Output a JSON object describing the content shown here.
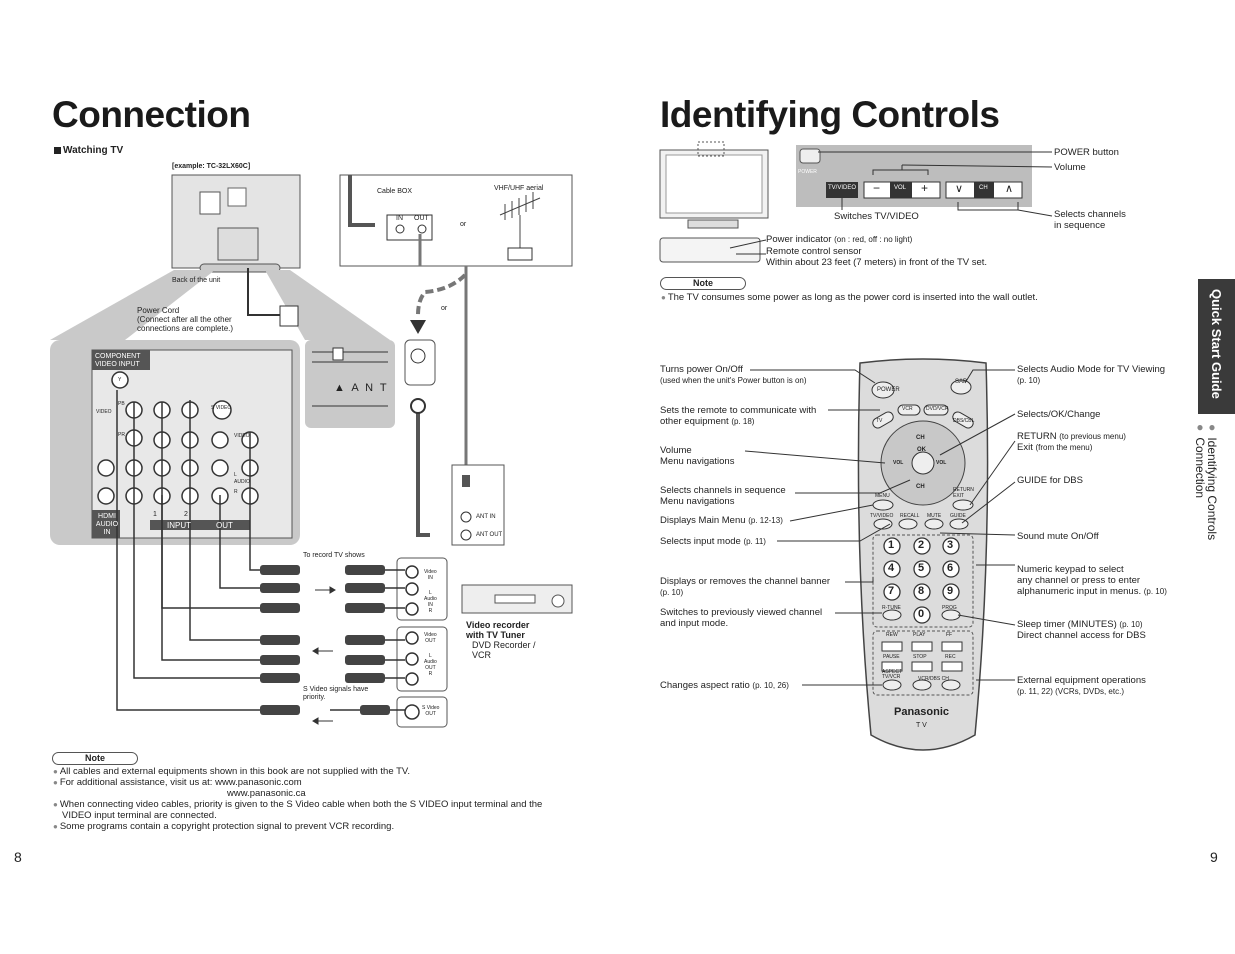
{
  "left": {
    "title": "Connection",
    "watching_tv": "Watching TV",
    "example": "[example: TC-32LX60C]",
    "back_of_unit": "Back of the unit",
    "cable_box": "Cable BOX",
    "in": "IN",
    "out": "OUT",
    "or1": "or",
    "or2": "or",
    "vhf": "VHF/UHF aerial",
    "power_cord_1": "Power Cord",
    "power_cord_2": "(Connect after all the other",
    "power_cord_3": "connections are complete.)",
    "ant": "▲ A N T",
    "component_1": "COMPONENT",
    "component_2": "VIDEO INPUT",
    "y": "Y",
    "pb": "PB",
    "pr": "PR",
    "video_left": "VIDEO",
    "svideo": "S VIDEO",
    "video_right": "VIDEO",
    "audio_right": "AUDIO",
    "l_right": "L",
    "r_right": "R",
    "hdmi_1": "HDMI",
    "hdmi_2": "AUDIO",
    "hdmi_3": "IN",
    "n1": "1",
    "n2": "2",
    "input_lbl": "INPUT",
    "out_lbl": "OUT",
    "ant_in": "ANT IN",
    "ant_out": "ANT OUT",
    "to_record": "To record TV shows",
    "svideo_priority_1": "S Video signals have",
    "svideo_priority_2": "priority.",
    "vr_video_in_1": "Video",
    "vr_video_in_2": "IN",
    "vr_audio_in_1": "L",
    "vr_audio_in_2": "Audio",
    "vr_audio_in_3": "IN",
    "vr_audio_in_4": "R",
    "vr_video_out_1": "Video",
    "vr_video_out_2": "OUT",
    "vr_audio_out_1": "L",
    "vr_audio_out_2": "Audio",
    "vr_audio_out_3": "OUT",
    "vr_audio_out_4": "R",
    "vr_sv_1": "S Video",
    "vr_sv_2": "OUT",
    "recorder_1": "Video recorder",
    "recorder_2": "with TV Tuner",
    "recorder_3": "DVD Recorder /",
    "recorder_4": "VCR",
    "note": "Note",
    "notes": [
      "All cables and external equipments shown in this book are not supplied with the TV.",
      "For additional assistance, visit us at: www.panasonic.com",
      "www.panasonic.ca",
      "When connecting video cables, priority is given to the S Video cable when both the S VIDEO input terminal and the",
      "VIDEO input terminal are connected.",
      "Some programs contain a copyright protection signal to prevent VCR recording."
    ],
    "page": "8"
  },
  "right": {
    "title": "Identifying Controls",
    "power_button": "POWER button",
    "volume": "Volume",
    "switches_tv": "Switches TV/VIDEO",
    "selects_ch_1": "Selects channels",
    "selects_ch_2": "in sequence",
    "panel_power": "POWER",
    "panel_tvvideo": "TV/VIDEO",
    "panel_minus": "−",
    "panel_vol": "VOL",
    "panel_plus": "+",
    "panel_down": "∨",
    "panel_ch": "CH",
    "panel_up": "∧",
    "power_ind": "Power indicator",
    "power_ind_small": "(on : red, off : no light)",
    "remote_sensor": "Remote control sensor",
    "within": "Within about 23 feet (7 meters) in front of the TV set.",
    "note": "Note",
    "note_text": "The TV consumes some power as long as the power cord is inserted into the wall outlet.",
    "labels_left": [
      {
        "t": "Turns power On/Off",
        "s": "(used when the unit's Power button is on)"
      },
      {
        "t": "Sets the remote to communicate with",
        "t2": "other equipment",
        "s": "(p. 18)"
      },
      {
        "t": "Volume",
        "t2": "Menu navigations"
      },
      {
        "t": "Selects channels in sequence",
        "t2": "Menu navigations"
      },
      {
        "t": "Displays Main Menu",
        "s": "(p. 12-13)"
      },
      {
        "t": "Selects input mode",
        "s": "(p. 11)"
      },
      {
        "t": "Displays or removes the channel banner",
        "s2": "(p. 10)"
      },
      {
        "t": "Switches to previously viewed channel",
        "t2": "and input mode."
      },
      {
        "t": "Changes aspect ratio",
        "s": "(p. 10, 26)"
      }
    ],
    "labels_right": [
      {
        "t": "Selects Audio Mode for TV Viewing",
        "s2": "(p. 10)"
      },
      {
        "t": "Selects/OK/Change"
      },
      {
        "t": "RETURN",
        "s": "(to previous menu)",
        "t2": "Exit",
        "s3": "(from the menu)"
      },
      {
        "t": "GUIDE for DBS"
      },
      {
        "t": "Sound mute On/Off"
      },
      {
        "t": "Numeric keypad to select",
        "t2": "any channel or press to enter",
        "t3": "alphanumeric input in menus.",
        "s": "(p. 10)"
      },
      {
        "t": "Sleep timer (MINUTES)",
        "s": "(p. 10)",
        "t2": "Direct channel access for DBS"
      },
      {
        "t": "External equipment operations",
        "s2": "(p. 11, 22) (VCRs, DVDs, etc.)"
      }
    ],
    "remote": {
      "power": "POWER",
      "sap": "SAP",
      "tv": "TV",
      "vcr": "VCR",
      "dvd": "DVD/VCR",
      "dbs": "DBS/CBL",
      "ch": "CH",
      "ok": "OK",
      "vol": "VOL",
      "menu": "MENU",
      "return": "RETURN",
      "exit": "EXIT",
      "tvvideo": "TV/VIDEO",
      "recall": "RECALL",
      "mute": "MUTE",
      "guide": "GUIDE",
      "rtune": "R-TUNE",
      "prog": "PROG",
      "rew": "REW",
      "play": "PLAY",
      "ff": "FF",
      "pause": "PAUSE",
      "stop": "STOP",
      "rec": "REC",
      "aspect_1": "ASPECT",
      "aspect_2": "TV/VCR",
      "vcrdbs": "VCR/DBS CH",
      "brand": "Panasonic",
      "model": "T V",
      "digits": [
        "1",
        "2",
        "3",
        "4",
        "5",
        "6",
        "7",
        "8",
        "9",
        "0"
      ]
    },
    "side_tab": "Quick Start Guide",
    "side_items": [
      "Identifying Controls",
      "Connection"
    ],
    "page": "9"
  }
}
